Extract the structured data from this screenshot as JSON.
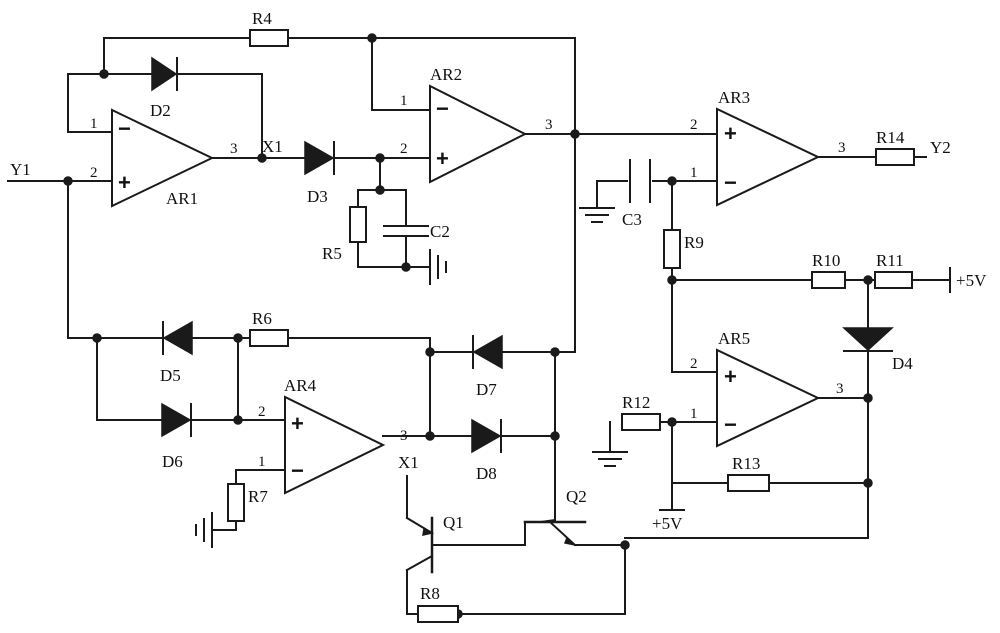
{
  "opamps": {
    "ar1": {
      "name": "AR1",
      "pin_inv": "1",
      "pin_noninv": "2",
      "pin_out": "3"
    },
    "ar2": {
      "name": "AR2",
      "pin_inv": "1",
      "pin_noninv": "2",
      "pin_out": "3"
    },
    "ar3": {
      "name": "AR3",
      "pin_noninv": "2",
      "pin_inv": "1",
      "pin_out": "3"
    },
    "ar4": {
      "name": "AR4",
      "pin_noninv": "2",
      "pin_inv": "1",
      "pin_out": "3"
    },
    "ar5": {
      "name": "AR5",
      "pin_noninv": "2",
      "pin_inv": "1",
      "pin_out": "3"
    }
  },
  "symbols": {
    "minus": "−",
    "plus": "+"
  },
  "resistors": {
    "r4": "R4",
    "r5": "R5",
    "r6": "R6",
    "r7": "R7",
    "r8": "R8",
    "r9": "R9",
    "r10": "R10",
    "r11": "R11",
    "r12": "R12",
    "r13": "R13",
    "r14": "R14"
  },
  "diodes": {
    "d2": "D2",
    "d3": "D3",
    "d4": "D4",
    "d5": "D5",
    "d6": "D6",
    "d7": "D7",
    "d8": "D8"
  },
  "capacitors": {
    "c2": "C2",
    "c3": "C3"
  },
  "transistors": {
    "q1": "Q1",
    "q2": "Q2"
  },
  "nets": {
    "y1": "Y1",
    "y2": "Y2",
    "x1_top": "X1",
    "x1_bottom": "X1",
    "vcc_right": "+5V",
    "vcc_bottom": "+5V"
  },
  "colors": {
    "ink": "#1a1a1a",
    "background": "#ffffff"
  }
}
